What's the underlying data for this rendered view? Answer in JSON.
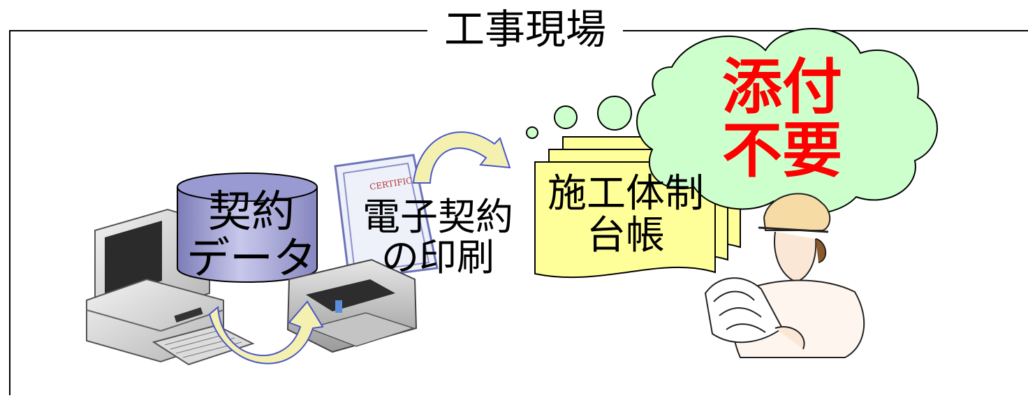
{
  "frame": {
    "title": "工事現場"
  },
  "database": {
    "line1": "契約",
    "line2": "データ"
  },
  "print": {
    "line1": "電子契約",
    "line2": "の印刷"
  },
  "ledger": {
    "line1": "施工体制",
    "line2": "台帳"
  },
  "cloud": {
    "line1": "添付",
    "line2": "不要"
  },
  "colors": {
    "database_fill": "#a8a8d8",
    "ledger_fill": "#ffff99",
    "cloud_fill": "#ccffcc",
    "cloud_text": "#ff0000",
    "arrow_fill": "#f4f0b0"
  }
}
